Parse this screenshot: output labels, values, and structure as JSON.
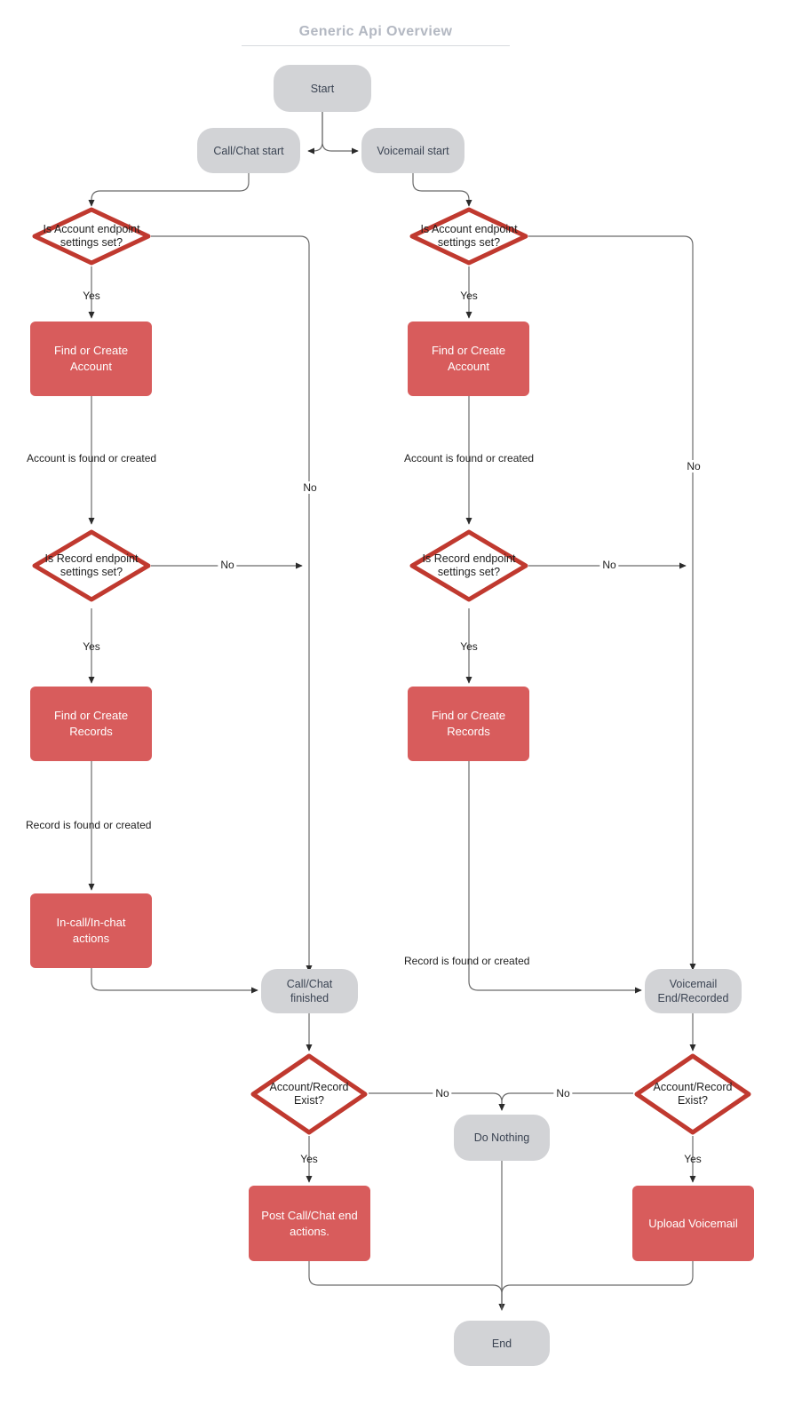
{
  "diagram": {
    "title": "Generic Api Overview",
    "colors": {
      "terminal_fill": "#d2d3d6",
      "terminal_text": "#3b4453",
      "process_fill": "#d85c5c",
      "process_text": "#ffffff",
      "decision_stroke": "#c0392f",
      "decision_text": "#1f1f1f",
      "edge_stroke": "#6b6b6b",
      "title_text": "#b3b8c2",
      "background": "#ffffff"
    },
    "nodes": [
      {
        "id": "start",
        "type": "terminal",
        "label": "Start"
      },
      {
        "id": "call_chat_start",
        "type": "terminal",
        "label": "Call/Chat start"
      },
      {
        "id": "voicemail_start",
        "type": "terminal",
        "label": "Voicemail start"
      },
      {
        "id": "acct_ep_left",
        "type": "decision",
        "label": "Is Account endpoint settings set?"
      },
      {
        "id": "acct_ep_right",
        "type": "decision",
        "label": "Is Account endpoint settings set?"
      },
      {
        "id": "find_acct_left",
        "type": "process",
        "label": "Find or Create Account"
      },
      {
        "id": "find_acct_right",
        "type": "process",
        "label": "Find or Create Account"
      },
      {
        "id": "rec_ep_left",
        "type": "decision",
        "label": "Is Record endpoint settings set?"
      },
      {
        "id": "rec_ep_right",
        "type": "decision",
        "label": "Is Record endpoint settings set?"
      },
      {
        "id": "find_rec_left",
        "type": "process",
        "label": "Find or Create Records"
      },
      {
        "id": "find_rec_right",
        "type": "process",
        "label": "Find or Create Records"
      },
      {
        "id": "in_call_actions",
        "type": "process",
        "label": "In-call/In-chat actions"
      },
      {
        "id": "call_finished",
        "type": "terminal",
        "label": "Call/Chat finished"
      },
      {
        "id": "voicemail_end",
        "type": "terminal",
        "label": "Voicemail End/Recorded"
      },
      {
        "id": "exist_left",
        "type": "decision",
        "label": "Account/Record Exist?"
      },
      {
        "id": "exist_right",
        "type": "decision",
        "label": "Account/Record Exist?"
      },
      {
        "id": "do_nothing",
        "type": "terminal",
        "label": "Do Nothing"
      },
      {
        "id": "post_actions",
        "type": "process",
        "label": "Post Call/Chat end actions."
      },
      {
        "id": "upload_voicemail",
        "type": "process",
        "label": "Upload Voicemail"
      },
      {
        "id": "end",
        "type": "terminal",
        "label": "End"
      }
    ],
    "edge_labels": {
      "yes_acct_left": "Yes",
      "yes_acct_right": "Yes",
      "no_acct_left": "No",
      "no_acct_right": "No",
      "acct_found_left": "Account is found or created",
      "acct_found_right": "Account is found or created",
      "no_rec_left": "No",
      "no_rec_right": "No",
      "yes_rec_left": "Yes",
      "yes_rec_right": "Yes",
      "rec_found_left": "Record is found or created",
      "rec_found_right": "Record is found or created",
      "no_exist_left": "No",
      "no_exist_right": "No",
      "yes_exist_left": "Yes",
      "yes_exist_right": "Yes"
    }
  }
}
